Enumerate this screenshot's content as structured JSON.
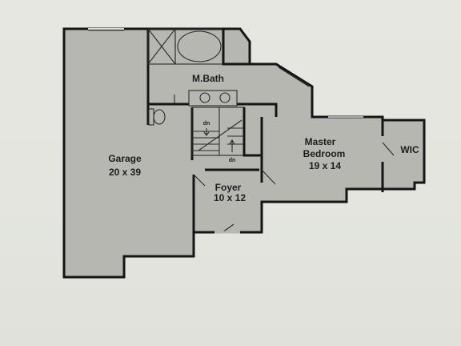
{
  "rooms": {
    "garage": {
      "name": "Garage",
      "size": "20 x 39"
    },
    "bath": {
      "name": "M.Bath"
    },
    "foyer": {
      "name": "Foyer",
      "size": "10 x 12"
    },
    "bedroom": {
      "name_line1": "Master",
      "name_line2": "Bedroom",
      "size": "19 x 14"
    },
    "closet": {
      "name": "WIC"
    }
  },
  "stairs": {
    "label_upper": "dn",
    "label_lower": "dn"
  },
  "colors": {
    "floor": "#b7b7b2",
    "wall": "#151515",
    "paper": "#e4e6df"
  }
}
